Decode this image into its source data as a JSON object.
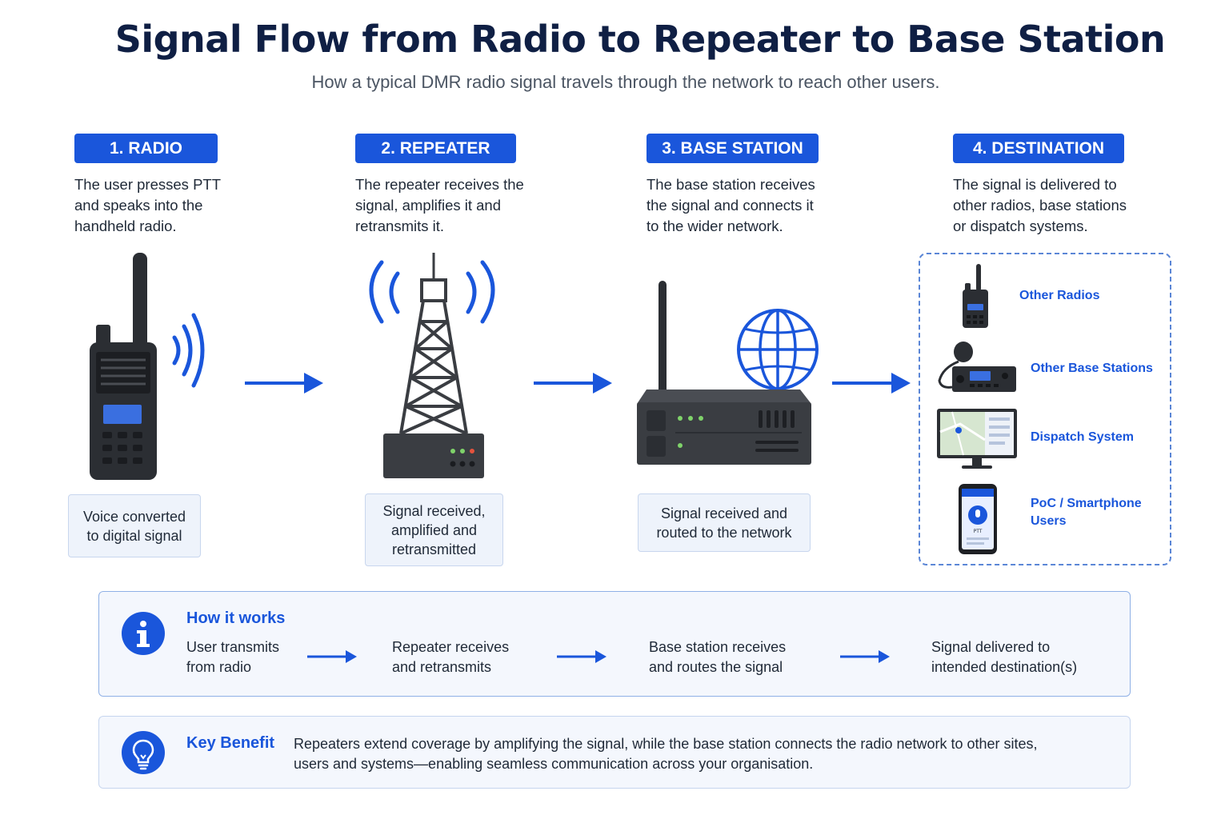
{
  "title": "Signal Flow from Radio to Repeater to Base Station",
  "subtitle": "How a typical DMR radio signal travels through the network to reach other users.",
  "steps": [
    {
      "badge": "1. RADIO",
      "desc": [
        "The user presses PTT",
        "and speaks into the",
        "handheld radio."
      ],
      "caption": [
        "Voice converted",
        "to digital signal"
      ]
    },
    {
      "badge": "2. REPEATER",
      "desc": [
        "The repeater receives the",
        "signal, amplifies it and",
        "retransmits it."
      ],
      "caption": [
        "Signal received,",
        "amplified and",
        "retransmitted"
      ]
    },
    {
      "badge": "3. BASE STATION",
      "desc": [
        "The base station receives",
        "the signal and connects it",
        "to the wider network."
      ],
      "caption": [
        "Signal received and",
        "routed to the network"
      ]
    },
    {
      "badge": "4. DESTINATION",
      "desc": [
        "The signal is delivered to",
        "other radios, base stations",
        "or dispatch systems."
      ]
    }
  ],
  "destinations": [
    {
      "label": "Other Radios",
      "icon": "radio-icon"
    },
    {
      "label": "Other Base Stations",
      "icon": "mobile-radio-icon"
    },
    {
      "label": "Dispatch System",
      "icon": "monitor-map-icon"
    },
    {
      "label": [
        "PoC / Smartphone",
        "Users"
      ],
      "icon": "smartphone-ptt-icon",
      "screen_text": "PTT"
    }
  ],
  "how_it_works": {
    "title": "How it works",
    "steps": [
      [
        "User transmits",
        "from radio"
      ],
      [
        "Repeater receives",
        "and retransmits"
      ],
      [
        "Base station receives",
        "and routes the signal"
      ],
      [
        "Signal delivered to",
        "intended destination(s)"
      ]
    ]
  },
  "key_benefit": {
    "title": "Key Benefit",
    "text": [
      "Repeaters extend coverage by amplifying the signal, while the base station connects the radio network to other sites,",
      "users and systems—enabling seamless communication across your organisation."
    ]
  },
  "colors": {
    "accent": "#1a56db",
    "title": "#0f1f44",
    "device": "#3a3d42"
  }
}
